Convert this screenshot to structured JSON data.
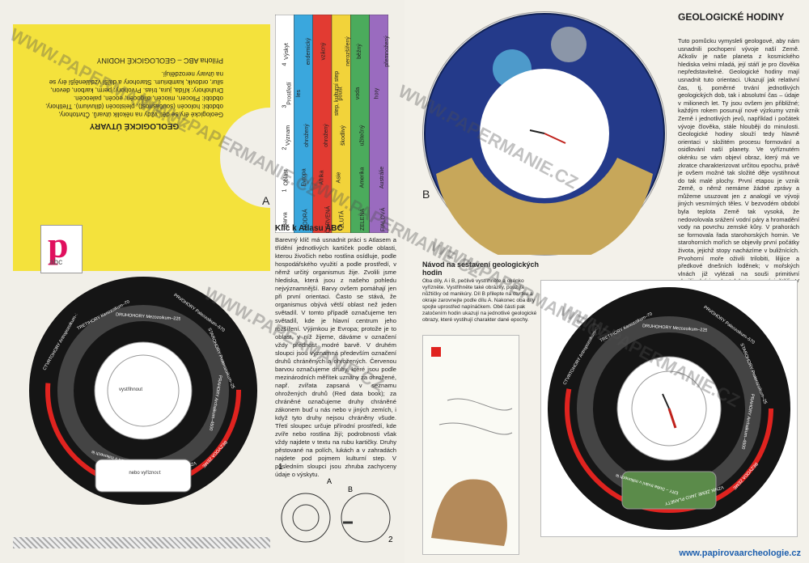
{
  "left": {
    "label_a": "A",
    "yellow_heading": "GEOLOGICKÉ ÚTVARY",
    "yellow_body": "Geologické éry se dělí vždy na několik útvarů. Čtvrtohory, období: holocén (současnost), pleistocén (diluvium). Třetihory, období: Pliocen, miocén, oligocén, eocén, paleocén. Druhohory: křída, jura, trias. Prvohory: perm, karbon, devon, silur, ordovik, kambrium. Starohory a další vzdálenější éry se na útvary nerozdělují.",
    "yellow_footer": "Příloha ABC – GEOLOGICKÉ HODINY",
    "logo_letter": "p",
    "logo_sub": "abc",
    "table_headers": [
      "Barva",
      "Oblast",
      "Význam",
      "Prostředí",
      "Výskyt"
    ],
    "table_numbers": [
      "1",
      "2",
      "3",
      "4"
    ],
    "table_rows": [
      {
        "color": "#3aa7dd",
        "name": "MODRÁ",
        "oblast": "Evropa",
        "vyznam": "ohrožený",
        "prostredi": "les",
        "vyskyt": "endemický"
      },
      {
        "color": "#e23b32",
        "name": "ČERVENÁ",
        "oblast": "Afrika",
        "vyznam": "ohrožený",
        "prostredi": "step, kulturní step",
        "vyskyt": "vzácný"
      },
      {
        "color": "#f2d33a",
        "name": "ŽLUTÁ",
        "oblast": "Asie",
        "vyznam": "škodlivý",
        "prostredi": "poušť",
        "vyskyt": "nerozšířený"
      },
      {
        "color": "#4bab5c",
        "name": "ZELENÁ",
        "oblast": "Amerika",
        "vyznam": "užitečný",
        "prostredi": "voda",
        "vyskyt": "běžný"
      },
      {
        "color": "#9a6bbf",
        "name": "FIALOVÁ",
        "oblast": "Austrálie",
        "vyznam": "",
        "prostredi": "hory",
        "vyskyt": "přemnožený"
      }
    ],
    "article_title": "Klíč k Atlasu ABC",
    "article_body": "Barevný klíč má usnadnit práci s Atlasem a třídění jednotlivých kartiček podle oblasti, kterou živočich nebo rostlina osídluje, podle hospodářského využití a podle prostředí, v němž určitý organismus žije. Zvolili jsme hlediska, která jsou z našeho pohledu nejvýznamnější. Barvy ovšem pomáhají jen při první orientaci. Často se stává, že organismus obývá větší oblast než jeden světadíl. V tomto případě označujeme ten světadíl, kde je hlavní centrum jeho rozšíření. Výjimkou je Evropa; protože je to oblast, v níž žijeme, dáváme v označení vždy přednost modré barvě. V druhém sloupci jsou významná především označení druhů chráněných a ohrožených. Červenou barvou označujeme druhy, které jsou podle mezinárodních měřítek uznány za ohrožené, např. zvířata zapsaná v seznamu ohrožených druhů (Red data book); za chráněné označujeme druhy chráněné zákonem buď u nás nebo v jiných zemích, i když tyto druhy nejsou chráněny všude. Třetí sloupec určuje přírodní prostředí, kde zvíře nebo rostlina žijí; podrobnosti však vždy najdete v textu na rubu kartičky. Druhy pěstované na polích, lukách a v zahradách najdete pod pojmem kulturní step. V posledním sloupci jsou zhruba zachyceny údaje o výskytu.",
    "dial_center_text": "vystřihnout",
    "dial_window_text": "nebo vyříznout",
    "fig1": "1",
    "fig2": "2",
    "fig_a": "A",
    "fig_b": "B"
  },
  "right": {
    "title": "GEOLOGICKÉ HODINY",
    "body": "Tuto pomůcku vymysleli geologové, aby nám usnadnili pochopení vývoje naší Země. Ačkoliv je naše planeta z kosmického hlediska velmi mladá, její stáří je pro člověka nepředstavitelné. Geologické hodiny mají usnadnit tuto orientaci. Ukazují jak relativní čas, tj. poměrné trvání jednotlivých geologických dob, tak i absolutní čas – údaje v milionech let. Ty jsou ovšem jen přibližné; každým rokem posunují nové výzkumy vznik Země i jednotlivých jevů, například i počátek vývoje člověka, stále hlouběji do minulosti. Geologické hodiny slouží tedy hlavně orientaci v složitém procesu formování a osidlování naší planety. Ve vyříznutém okénku se vám objeví obraz, který má ve zkratce charakterizovat určitou epochu, právě je ovšem možné tak složité děje vystihnout do tak malé plochy. První etapou je vznik Země, o němž nemáme žádné zprávy a můžeme usuzovat jen z analogií ve vývoji jiných vesmírných těles. V bezvodém období byla teplota Země tak vysoká, že nedovolovala srážení vodní páry a hromadění vody na povrchu zemské kůry. V prahorách se formovala řada starohorských hornin. Ve starohorních mořích se objevily první počátky života, jejichž stopy nacházíme v buližnících. Prvohorní moře oživili trilobiti, lilijice a předkové dnešních loděnek; v mořských vlnách již vylézali na souši primitivní obojživelníci – krytolebci a první ještěři. V druhohorách...",
    "label_b": "B",
    "caption_title": "Návod na sestavení geologických hodin",
    "caption_body": "Oba díly, A i B, pečlivě vystřihněte a okénko vyřízněte. Vystřihněte také obrázky, použijte nůžtičky od manikúry. Díl B přilepte na čtvrtku a okraje zarovnejte podle dílu A. Nakonec oba díly spojte uprostřed napínáčkem. Obě části pak zatočením hodin ukazují na jednotlivé geologické obrazy, které vystihují charakter dané epochy.",
    "url": "www.papirovaarcheologie.cz"
  },
  "dial_labels": [
    "ČTVRTOHORY Antropozoikum–1",
    "TŘETIHORY Kenozoikum–70",
    "DRUHOHORY Mezozoikum–225",
    "PRVOHORY Paleozoikum–570",
    "STAROHORY Proterozoikum–2500",
    "PRAHORY Archaikum–4500",
    "BEZVODÁ ZEMĚ",
    "VZNIK ZEMĚ JAKO PLANETY",
    "ÉRY – Doba trvání v milionech let"
  ],
  "watermark": "WWW.PAPERMANIE.CZ",
  "colors": {
    "yellow": "#f4e23c",
    "red": "#e0231f",
    "pink": "#e0105e",
    "dial": "#151515"
  }
}
